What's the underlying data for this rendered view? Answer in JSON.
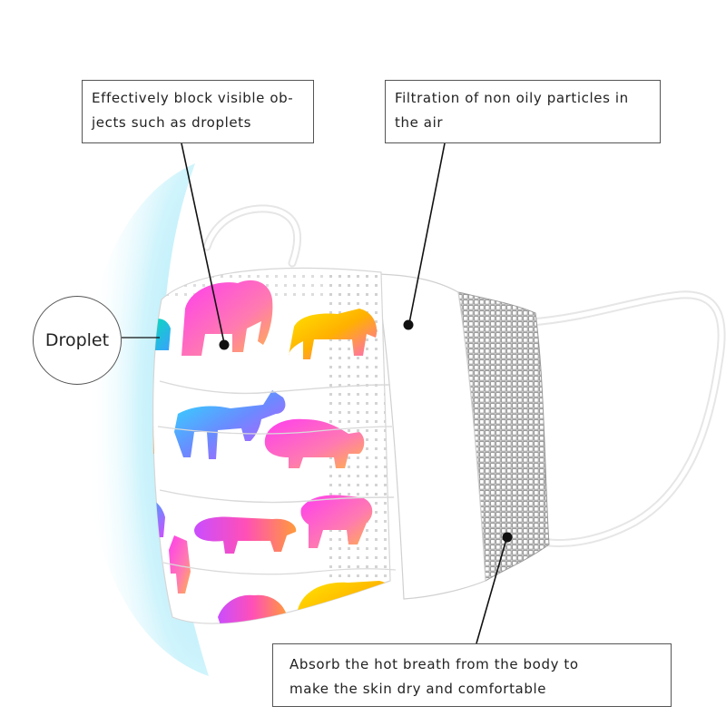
{
  "labels": {
    "droplet": "Droplet",
    "callout_droplets_line1": "Effectively block visible ob-",
    "callout_droplets_line2": "jects such as droplets",
    "callout_filtration_line1": "Filtration of non oily particles in",
    "callout_filtration_line2": "the air",
    "callout_breath_line1": "Absorb the hot breath from the body to",
    "callout_breath_line2": "make the skin dry and comfortable"
  },
  "colors": {
    "droplet_glow": "#9fe6f7",
    "mask_body": "#ffffff",
    "mask_outline": "#d9d9d9",
    "inner_layer_grid": "#8a8a8a",
    "ear_loop": "#eeeeee",
    "leader_line": "#111111"
  },
  "pattern": {
    "animals": [
      "elephant",
      "elephant",
      "giraffe",
      "rhino",
      "lion",
      "rhino",
      "rhino",
      "giraffe",
      "lion",
      "elephant",
      "giraffe",
      "elephant",
      "lion",
      "elephant"
    ]
  }
}
